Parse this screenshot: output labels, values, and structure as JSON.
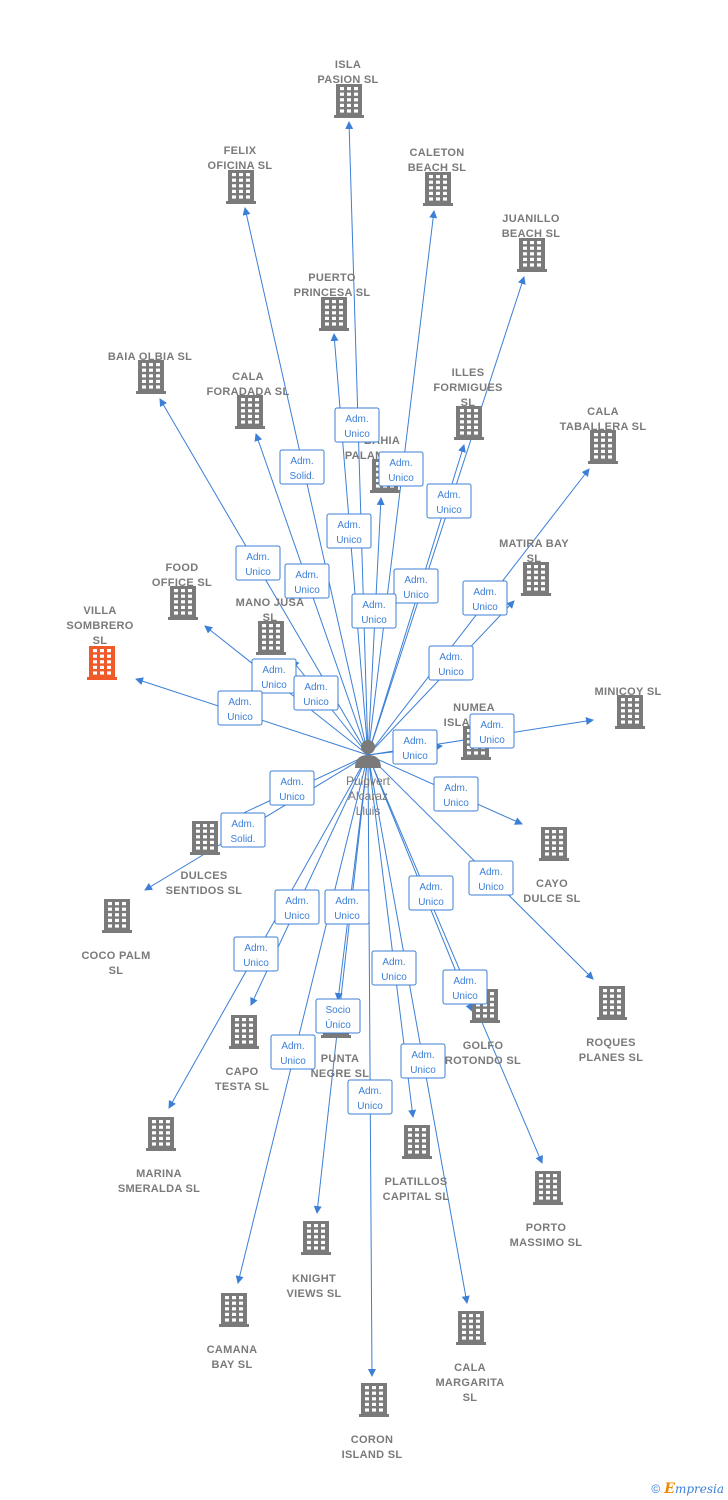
{
  "center": {
    "id": "person",
    "label": [
      "Puigvert",
      "Alcaraz",
      "Lluis"
    ],
    "icon": "person-icon"
  },
  "colors": {
    "edge": "#3c7fd6",
    "building": "#7a7a7a",
    "focus": "#f05a28",
    "text": "#7a7a7a"
  },
  "nodes": [
    {
      "id": "isla-pasion",
      "label": [
        "ISLA",
        "PASION  SL"
      ],
      "icon": "building-icon"
    },
    {
      "id": "felix-oficina",
      "label": [
        "FELIX",
        "OFICINA SL"
      ],
      "icon": "building-icon"
    },
    {
      "id": "caleton-beach",
      "label": [
        "CALETON",
        "BEACH  SL"
      ],
      "icon": "building-icon"
    },
    {
      "id": "juanillo-beach",
      "label": [
        "JUANILLO",
        "BEACH  SL"
      ],
      "icon": "building-icon"
    },
    {
      "id": "puerto-princesa",
      "label": [
        "PUERTO",
        "PRINCESA  SL"
      ],
      "icon": "building-icon"
    },
    {
      "id": "baia-olbia",
      "label": [
        "BAIA OLBIA  SL"
      ],
      "icon": "building-icon"
    },
    {
      "id": "cala-foradada",
      "label": [
        "CALA",
        "FORADADA  SL"
      ],
      "icon": "building-icon"
    },
    {
      "id": "illes-formigues",
      "label": [
        "ILLES",
        "FORMIGUES",
        "SL"
      ],
      "icon": "building-icon"
    },
    {
      "id": "bahia-palamos",
      "label": [
        "BAHIA",
        "PALAMOS  SL"
      ],
      "icon": "building-icon"
    },
    {
      "id": "cala-taballera",
      "label": [
        "CALA",
        "TABALLERA  SL"
      ],
      "icon": "building-icon"
    },
    {
      "id": "matira-bay",
      "label": [
        "MATIRA BAY",
        "SL"
      ],
      "icon": "building-icon"
    },
    {
      "id": "food-office",
      "label": [
        "FOOD",
        "OFFICE  SL"
      ],
      "icon": "building-icon"
    },
    {
      "id": "villa-sombrero",
      "label": [
        "VILLA",
        "SOMBRERO",
        "SL"
      ],
      "icon": "building-icon",
      "focus": true
    },
    {
      "id": "mano-jusa",
      "label": [
        "MANO JUSA",
        "SL"
      ],
      "icon": "building-icon"
    },
    {
      "id": "minicoy",
      "label": [
        "MINICOY  SL"
      ],
      "icon": "building-icon"
    },
    {
      "id": "numea-island",
      "label": [
        "NUMEA",
        "ISLAND  SL"
      ],
      "icon": "building-icon"
    },
    {
      "id": "dulces-sentidos",
      "label": [
        "DULCES",
        "SENTIDOS  SL"
      ],
      "icon": "building-icon"
    },
    {
      "id": "cayo-dulce",
      "label": [
        "CAYO",
        "DULCE  SL"
      ],
      "icon": "building-icon"
    },
    {
      "id": "coco-palm",
      "label": [
        "COCO PALM",
        "SL"
      ],
      "icon": "building-icon"
    },
    {
      "id": "roques-planes",
      "label": [
        "ROQUES",
        "PLANES  SL"
      ],
      "icon": "building-icon"
    },
    {
      "id": "golfo-rotondo",
      "label": [
        "GOLFO",
        "ROTONDO  SL"
      ],
      "icon": "building-icon"
    },
    {
      "id": "capo-testa",
      "label": [
        "CAPO",
        "TESTA  SL"
      ],
      "icon": "building-icon"
    },
    {
      "id": "punta-negre",
      "label": [
        "PUNTA",
        "NEGRE  SL"
      ],
      "icon": "building-icon"
    },
    {
      "id": "marina-smeralda",
      "label": [
        "MARINA",
        "SMERALDA  SL"
      ],
      "icon": "building-icon"
    },
    {
      "id": "platillos-capital",
      "label": [
        "PLATILLOS",
        "CAPITAL  SL"
      ],
      "icon": "building-icon"
    },
    {
      "id": "porto-massimo",
      "label": [
        "PORTO",
        "MASSIMO  SL"
      ],
      "icon": "building-icon"
    },
    {
      "id": "knight-views",
      "label": [
        "KNIGHT",
        "VIEWS  SL"
      ],
      "icon": "building-icon"
    },
    {
      "id": "camana-bay",
      "label": [
        "CAMANA",
        "BAY  SL"
      ],
      "icon": "building-icon"
    },
    {
      "id": "cala-margarita",
      "label": [
        "CALA",
        "MARGARITA",
        "SL"
      ],
      "icon": "building-icon"
    },
    {
      "id": "coron-island",
      "label": [
        "CORON",
        "ISLAND  SL"
      ],
      "icon": "building-icon"
    }
  ],
  "edges": [
    {
      "to": "isla-pasion",
      "tag": [
        "Adm.",
        "Unico"
      ]
    },
    {
      "to": "felix-oficina",
      "tag": [
        "Adm.",
        "Solid."
      ]
    },
    {
      "to": "caleton-beach",
      "tag": [
        "Adm.",
        "Unico"
      ]
    },
    {
      "to": "juanillo-beach",
      "tag": [
        "Adm.",
        "Unico"
      ]
    },
    {
      "to": "puerto-princesa",
      "tag": [
        "Adm.",
        "Unico"
      ]
    },
    {
      "to": "baia-olbia",
      "tag": [
        "Adm.",
        "Unico"
      ]
    },
    {
      "to": "cala-foradada",
      "tag": [
        "Adm.",
        "Unico"
      ]
    },
    {
      "to": "illes-formigues",
      "tag": [
        "Adm.",
        "Unico"
      ]
    },
    {
      "to": "bahia-palamos",
      "tag": [
        "Adm.",
        "Unico"
      ]
    },
    {
      "to": "cala-taballera",
      "tag": [
        "Adm.",
        "Unico"
      ]
    },
    {
      "to": "matira-bay",
      "tag": [
        "Adm.",
        "Unico"
      ]
    },
    {
      "to": "food-office",
      "tag": [
        "Adm.",
        "Unico"
      ]
    },
    {
      "to": "villa-sombrero",
      "tag": [
        "Adm.",
        "Unico"
      ]
    },
    {
      "to": "mano-jusa",
      "tag": [
        "Adm.",
        "Unico"
      ]
    },
    {
      "to": "minicoy",
      "tag": [
        "Adm.",
        "Unico"
      ]
    },
    {
      "to": "numea-island",
      "tag": [
        "Adm.",
        "Unico"
      ]
    },
    {
      "to": "dulces-sentidos",
      "tag": [
        "Adm.",
        "Solid."
      ]
    },
    {
      "to": "cayo-dulce",
      "tag": [
        "Adm.",
        "Unico"
      ]
    },
    {
      "to": "coco-palm",
      "tag": [
        "Adm.",
        "Unico"
      ]
    },
    {
      "to": "roques-planes",
      "tag": [
        "Adm.",
        "Unico"
      ]
    },
    {
      "to": "golfo-rotondo",
      "tag": [
        "Adm.",
        "Unico"
      ]
    },
    {
      "to": "capo-testa",
      "tag": [
        "Adm.",
        "Unico"
      ]
    },
    {
      "to": "punta-negre",
      "tag": [
        "Adm.",
        "Unico"
      ]
    },
    {
      "to": "marina-smeralda",
      "tag": [
        "Adm.",
        "Unico"
      ]
    },
    {
      "to": "platillos-capital",
      "tag": [
        "Adm.",
        "Unico"
      ]
    },
    {
      "to": "porto-massimo",
      "tag": [
        "Adm.",
        "Unico"
      ]
    },
    {
      "to": "knight-views",
      "tag": [
        "Socio",
        "Único"
      ]
    },
    {
      "to": "camana-bay",
      "tag": [
        "Adm.",
        "Unico"
      ]
    },
    {
      "to": "cala-margarita",
      "tag": [
        "Adm.",
        "Unico"
      ]
    },
    {
      "to": "coron-island",
      "tag": [
        "Adm.",
        "Unico"
      ]
    }
  ],
  "footer": {
    "copyright": "©",
    "brand": "mpresia",
    "brand_initial": "E"
  }
}
